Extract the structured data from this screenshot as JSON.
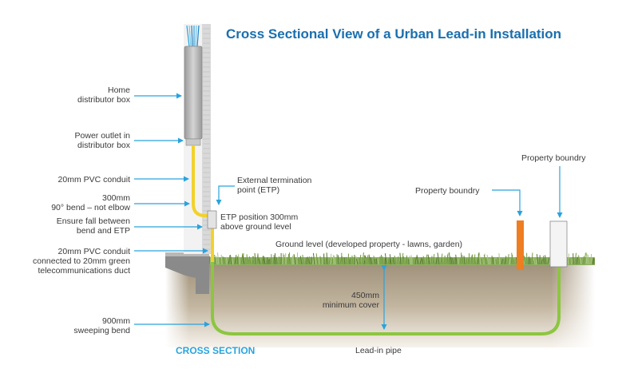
{
  "title": "Cross Sectional View of a Urban Lead-in Installation",
  "labels": {
    "home_box": [
      "Home",
      "distributor box"
    ],
    "power_outlet": [
      "Power outlet in",
      "distributor box"
    ],
    "conduit_20mm": "20mm PVC conduit",
    "bend_300mm": [
      "300mm",
      "90° bend – not elbow"
    ],
    "ensure_fall": [
      "Ensure fall between",
      "bend and ETP"
    ],
    "conduit_connected": [
      "20mm PVC conduit",
      "connected to 20mm green",
      "telecommunications duct"
    ],
    "sweeping_bend": [
      "900mm",
      "sweeping bend"
    ],
    "cross_section": "CROSS SECTION",
    "etp": [
      "External termination",
      "point (ETP)"
    ],
    "etp_position": [
      "ETP position 300mm",
      "above ground level"
    ],
    "ground_level": "Ground level (developed property - lawns, garden)",
    "min_cover": [
      "450mm",
      "minimum cover"
    ],
    "lead_in_pipe": "Lead-in pipe",
    "property_boundary_left": "Property boundry",
    "property_boundary_right": "Property boundry"
  },
  "colors": {
    "title": "#1a6fae",
    "arrow": "#29a3dd",
    "conduit": "#f2d22b",
    "lead_in_pipe": "#8cc63f",
    "marker_post": "#ef7d22",
    "soil": "#b3a48c",
    "grass": "#6f9a3f"
  }
}
